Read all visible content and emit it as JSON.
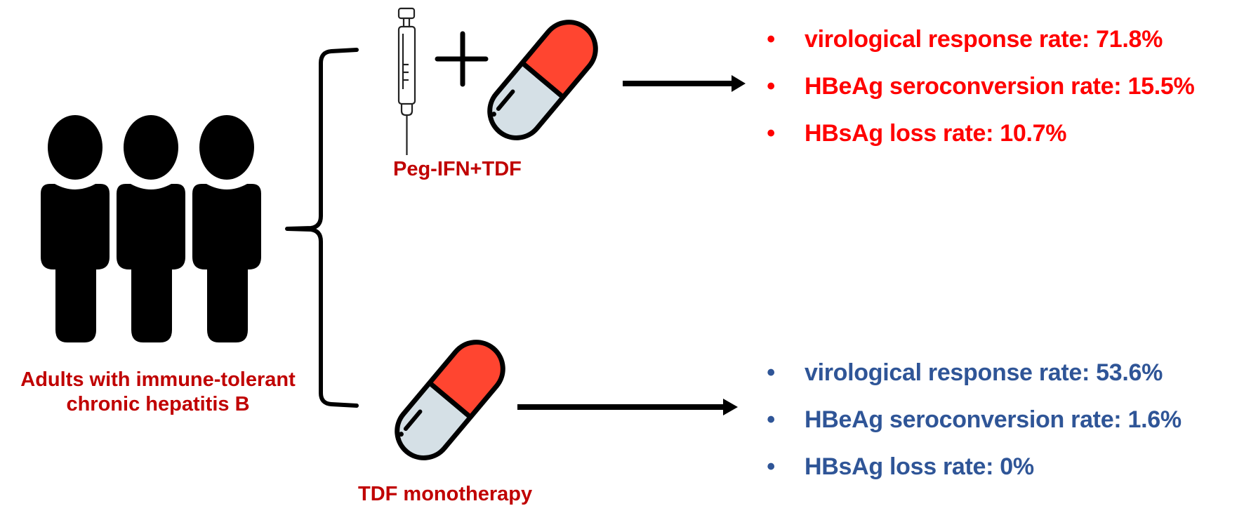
{
  "population": {
    "icon": "people-group-icon",
    "label_line1": "Adults with immune-tolerant",
    "label_line2": "chronic hepatitis B"
  },
  "arms": [
    {
      "id": "combination",
      "label": "Peg-IFN+TDF",
      "icons": [
        "syringe-icon",
        "plus-icon",
        "capsule-icon"
      ],
      "outcome_color": "#ff0000",
      "outcomes": [
        {
          "bullet": "•",
          "text": "virological response rate: 71.8%"
        },
        {
          "bullet": "•",
          "text": "HBeAg seroconversion rate: 15.5%"
        },
        {
          "bullet": "•",
          "text": "HBsAg loss rate: 10.7%"
        }
      ]
    },
    {
      "id": "monotherapy",
      "label": "TDF monotherapy",
      "icons": [
        "capsule-icon"
      ],
      "outcome_color": "#2f5597",
      "outcomes": [
        {
          "bullet": "•",
          "text": "virological response rate: 53.6%"
        },
        {
          "bullet": "•",
          "text": "HBeAg seroconversion rate: 1.6%"
        },
        {
          "bullet": "•",
          "text": "HBsAg loss rate: 0%"
        }
      ]
    }
  ],
  "colors": {
    "label_text": "#c00000",
    "capsule_red": "#ff4530",
    "capsule_grey": "#d5e0e6",
    "outline": "#000000"
  }
}
